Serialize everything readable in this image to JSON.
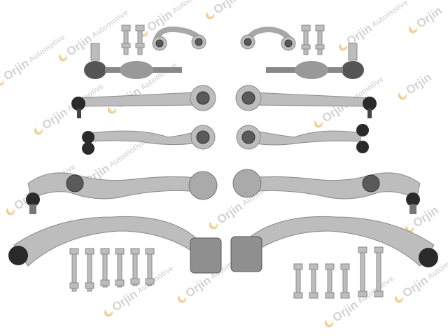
{
  "image": {
    "subject": "Suspension control arm kit",
    "watermark": {
      "brand": "Orjin",
      "sub": "Automotive",
      "logo_color": "#f2c98a",
      "text_color": "#cfcfcf"
    },
    "parts": [
      {
        "name": "stabilizer-link",
        "count": 2
      },
      {
        "name": "tie-rod-end",
        "count": 2
      },
      {
        "name": "upper-straight-control-arm",
        "count": 2
      },
      {
        "name": "upper-curved-control-arm",
        "count": 2
      },
      {
        "name": "lower-front-control-arm",
        "count": 2
      },
      {
        "name": "lower-rear-curved-control-arm",
        "count": 2
      },
      {
        "name": "bolt",
        "count": 16
      }
    ]
  }
}
